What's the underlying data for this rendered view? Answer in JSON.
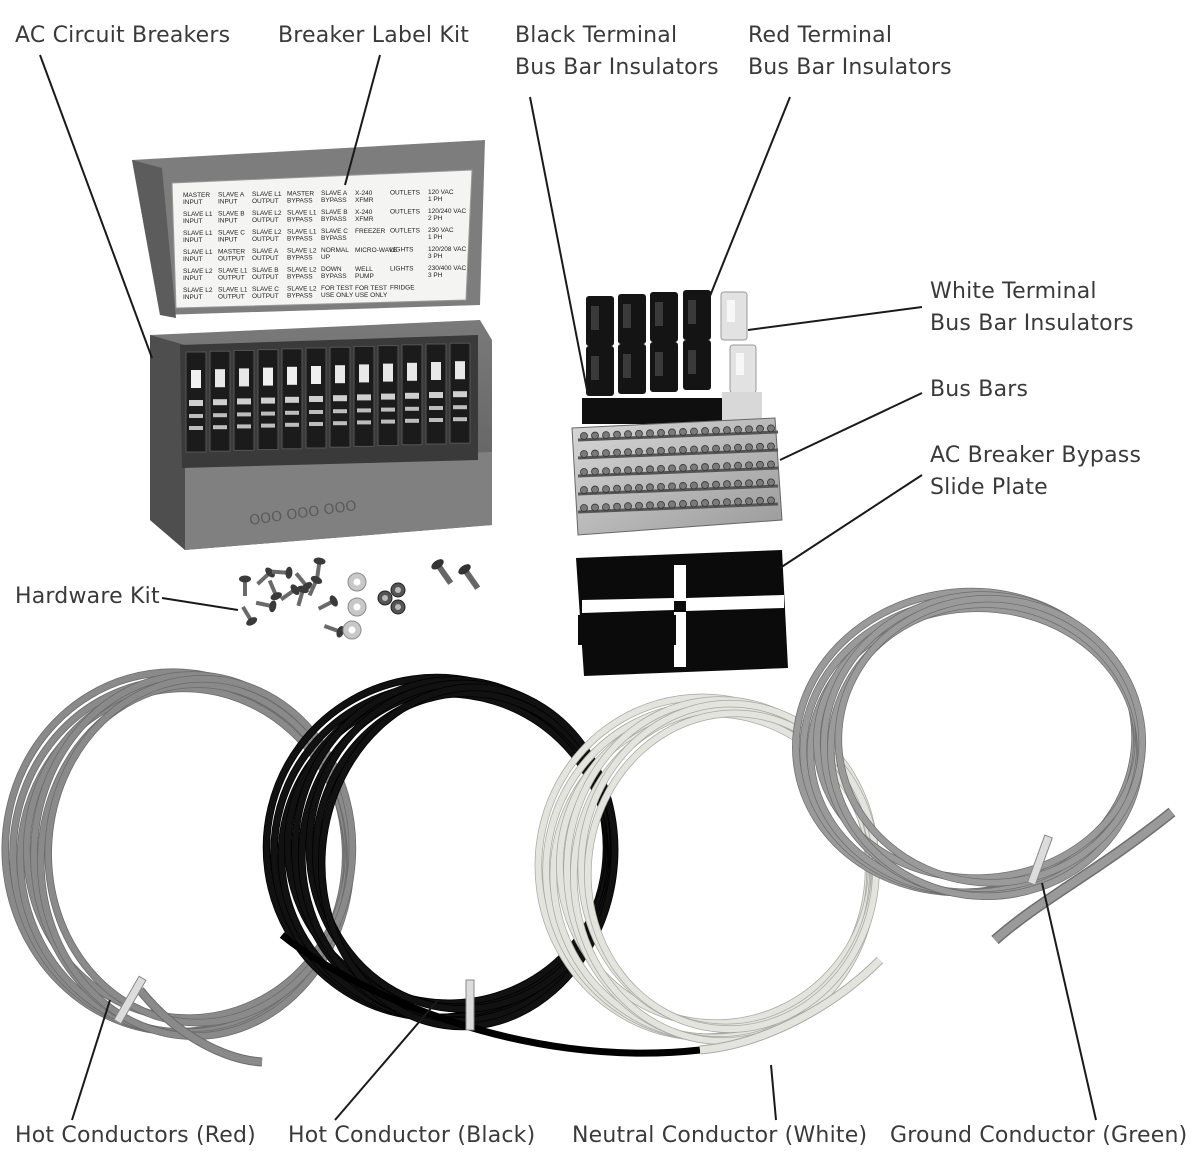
{
  "labels": {
    "ac_circuit_breakers": "AC Circuit Breakers",
    "breaker_label_kit": "Breaker Label Kit",
    "black_insulators_line1": "Black Terminal",
    "black_insulators_line2": "Bus Bar Insulators",
    "red_insulators_line1": "Red Terminal",
    "red_insulators_line2": "Bus Bar Insulators",
    "white_insulators_line1": "White Terminal",
    "white_insulators_line2": "Bus Bar Insulators",
    "bus_bars": "Bus Bars",
    "bypass_plate_line1": "AC Breaker Bypass",
    "bypass_plate_line2": "Slide Plate",
    "hardware_kit": "Hardware Kit",
    "hot_red": "Hot Conductors (Red)",
    "hot_black": "Hot Conductor (Black)",
    "neutral_white": "Neutral Conductor (White)",
    "ground_green": "Ground Conductor (Green)"
  },
  "label_sheet": [
    [
      "MASTER INPUT",
      "SLAVE A INPUT",
      "SLAVE L1 OUTPUT",
      "MASTER BYPASS",
      "SLAVE A BYPASS",
      "X-240 XFMR",
      "OUTLETS",
      "120 VAC 1 PH"
    ],
    [
      "SLAVE L1 INPUT",
      "SLAVE B INPUT",
      "SLAVE L2 OUTPUT",
      "SLAVE L1 BYPASS",
      "SLAVE B BYPASS",
      "X-240 XFMR",
      "OUTLETS",
      "120/240 VAC 2 PH"
    ],
    [
      "SLAVE L1 INPUT",
      "SLAVE C INPUT",
      "SLAVE L2 OUTPUT",
      "SLAVE L1 BYPASS",
      "SLAVE C BYPASS",
      "FREEZER",
      "OUTLETS",
      "230 VAC 1 PH"
    ],
    [
      "SLAVE L1 INPUT",
      "MASTER OUTPUT",
      "SLAVE A OUTPUT",
      "SLAVE L2 BYPASS",
      "NORMAL UP",
      "MICRO-WAVE",
      "LIGHTS",
      "120/208 VAC 3 PH"
    ],
    [
      "SLAVE L2 INPUT",
      "SLAVE L1 OUTPUT",
      "SLAVE B OUTPUT",
      "SLAVE L2 BYPASS",
      "DOWN BYPASS",
      "WELL PUMP",
      "LIGHTS",
      "230/400 VAC 3 PH"
    ],
    [
      "SLAVE L2 INPUT",
      "SLAVE L1 OUTPUT",
      "SLAVE C OUTPUT",
      "SLAVE L2 BYPASS",
      "FOR TEST USE ONLY",
      "FOR TEST USE ONLY",
      "FRIDGE",
      ""
    ]
  ],
  "colors": {
    "wire_red": "#8a8a8a",
    "wire_black": "#111111",
    "wire_white": "#e4e4de",
    "wire_green": "#9a9a9a",
    "box": "#6e6e6e",
    "label_text": "#3a3a3a"
  }
}
